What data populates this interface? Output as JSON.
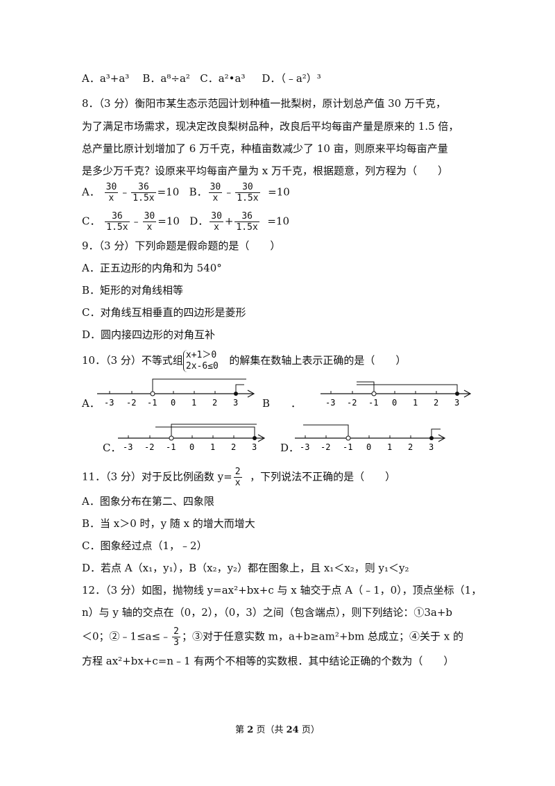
{
  "q7": {
    "A": "A．a³+a³",
    "B": "B．a⁸÷a²",
    "C": "C．a²•a³",
    "D": "D．（﹣a²）³"
  },
  "q8": {
    "line1": "8．（3 分）衡阳市某生态示范园计划种植一批梨树，原计划总产值 30 万千克，",
    "line2": "为了满足市场需求，现决定改良梨树品种，改良后平均每亩产量是原来的 1.5 倍，",
    "line3": "总产量比原计划增加了 6 万千克，种植亩数减少了 10 亩，则原来平均每亩产量",
    "line4": "是多少万千克？设原来平均每亩产量为 x 万千克，根据题意，列方程为（　　）",
    "A_label": "A．",
    "B_label": "B．",
    "C_label": "C．",
    "D_label": "D．",
    "n30": "30",
    "n36": "36",
    "dx": "x",
    "d15x": "1.5x",
    "minus": "﹣",
    "plus": "+",
    "eq10": "=10"
  },
  "q9": {
    "stem": "9．（3 分）下列命题是假命题的是（　　）",
    "A": "A．正五边形的内角和为 540°",
    "B": "B．矩形的对角线相等",
    "C": "C．对角线互相垂直的四边形是菱形",
    "D": "D．圆内接四边形的对角互补"
  },
  "q10": {
    "stem_pre": "10．（3 分）不等式组",
    "ineq1": "x+1＞0",
    "ineq2": "2x-6≤0",
    "stem_post": "的解集在数轴上表示正确的是（　　）",
    "A_label": "A．",
    "B_label": "B　　．",
    "C_label": "C．",
    "D_label": "D．",
    "ticks": [
      "-3",
      "-2",
      "-1",
      "0",
      "1",
      "2",
      "3"
    ]
  },
  "q11": {
    "stem_pre": "11．（3 分）对于反比例函数 y=",
    "num": "2",
    "den": "x",
    "stem_post": "，下列说法不正确的是（　　）",
    "A": "A．图象分布在第二、四象限",
    "B": "B．当 x＞0 时，y 随 x 的增大而增大",
    "C": "C．图象经过点（1，﹣2）",
    "D": "D．若点 A（x₁，y₁），B（x₂，y₂）都在图象上，且 x₁＜x₂，则 y₁＜y₂"
  },
  "q12": {
    "line1": "12．（3 分）如图，抛物线 y=ax²+bx+c 与 x 轴交于点 A（﹣1，0），顶点坐标（1，",
    "line2": "n）与 y 轴的交点在（0，2），（0，3）之间（包含端点），则下列结论：①3a+b",
    "line3_pre": "＜0；②﹣1≤a≤﹣",
    "frac_num": "2",
    "frac_den": "3",
    "line3_post": "；③对于任意实数 m，a+b≥am²+bm 总成立；④关于 x 的",
    "line4": "方程 ax²+bx+c=n﹣1 有两个不相等的实数根．其中结论正确的个数为（　　）"
  },
  "footer": {
    "pre": "第 ",
    "page": "2",
    "mid": " 页（共 ",
    "total": "24",
    "post": " 页）"
  }
}
